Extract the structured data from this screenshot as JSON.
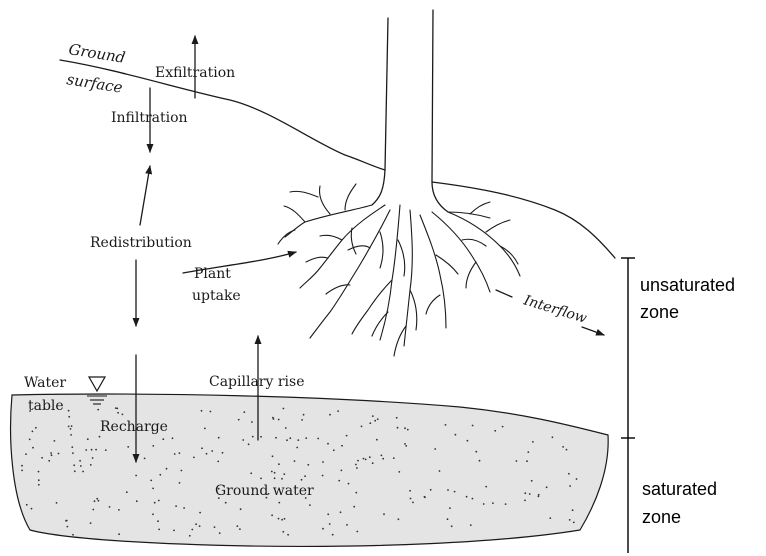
{
  "labels": {
    "ground_surface_1": "Ground",
    "ground_surface_2": "surface",
    "exfiltration": "Exfiltration",
    "infiltration": "Infiltration",
    "redistribution": "Redistribution",
    "plant_uptake_1": "Plant",
    "plant_uptake_2": "uptake",
    "interflow": "Interflow",
    "water_table_1": "Water",
    "water_table_2": "table",
    "capillary_rise": "Capillary rise",
    "recharge": "Recharge",
    "ground_water": "Ground water",
    "unsaturated_zone_1": "unsaturated",
    "unsaturated_zone_2": "zone",
    "saturated_zone_1": "saturated",
    "saturated_zone_2": "zone"
  },
  "colors": {
    "line": "#1a1a1a",
    "groundwater_fill": "#e4e4e4",
    "dots": "#333333"
  }
}
